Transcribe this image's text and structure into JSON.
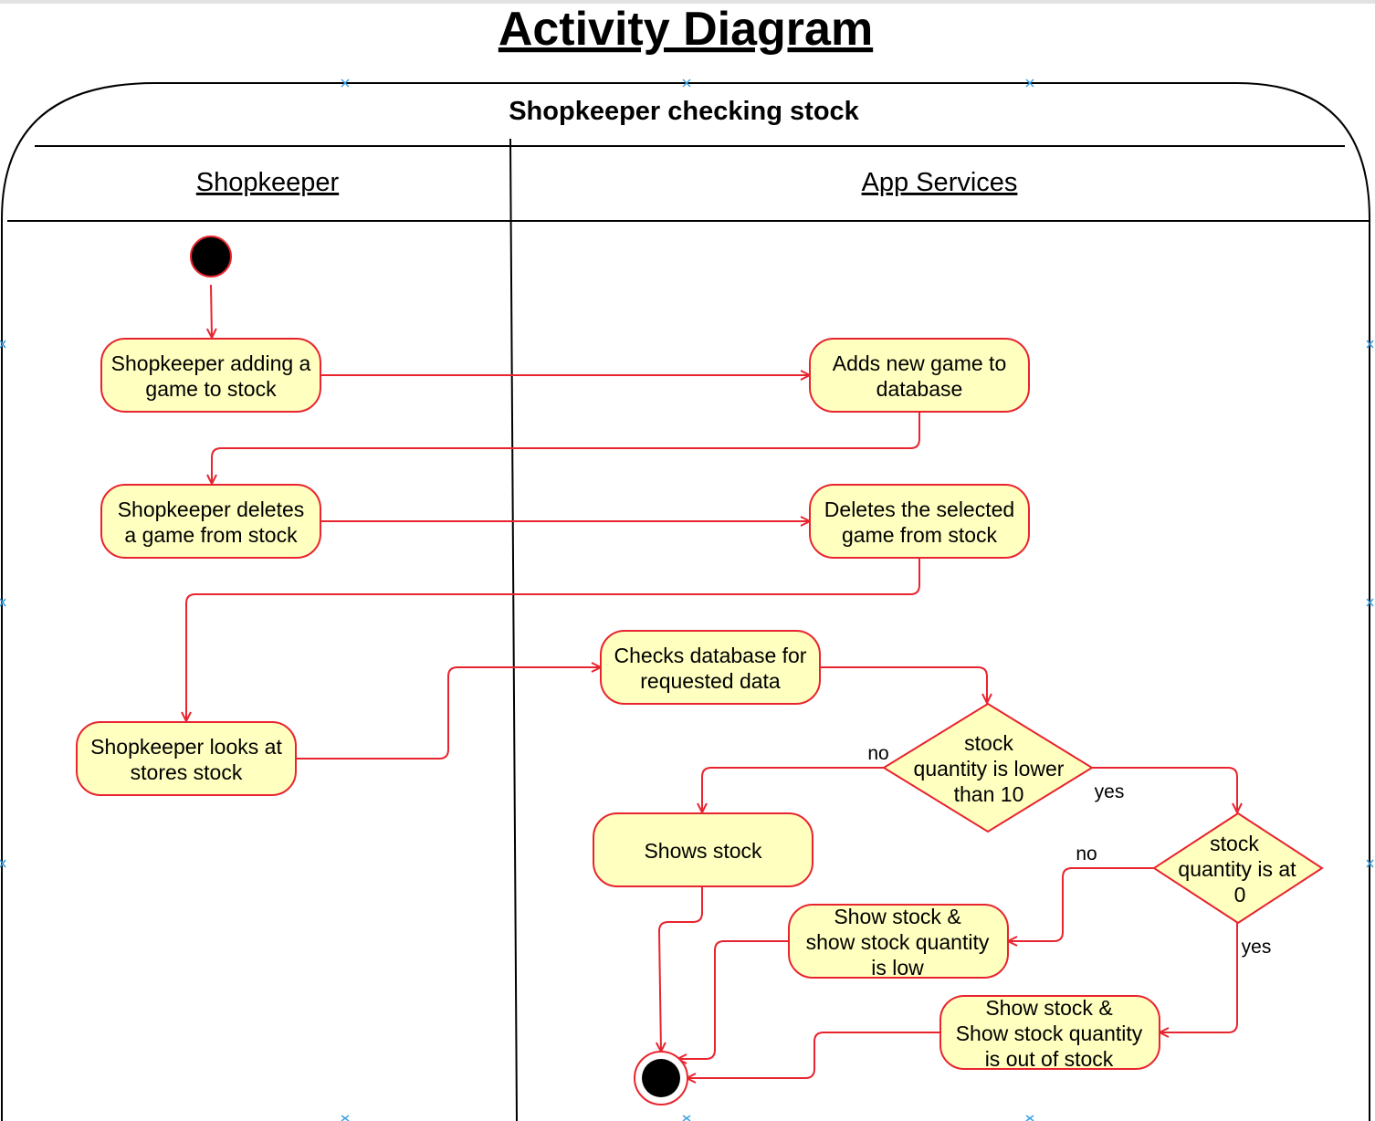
{
  "diagram": {
    "title": "Activity Diagram",
    "pool_title": "Shopkeeper checking stock",
    "lanes": [
      "Shopkeeper",
      "App Services"
    ],
    "nodes": {
      "start": {
        "kind": "initial"
      },
      "add_stock": {
        "kind": "action",
        "lines": [
          "Shopkeeper adding a",
          "game to stock"
        ]
      },
      "add_db": {
        "kind": "action",
        "lines": [
          "Adds new game to",
          "database"
        ]
      },
      "delete_stock": {
        "kind": "action",
        "lines": [
          "Shopkeeper deletes",
          "a game from stock"
        ]
      },
      "delete_selected": {
        "kind": "action",
        "lines": [
          "Deletes the selected",
          "game from stock"
        ]
      },
      "look_stock": {
        "kind": "action",
        "lines": [
          "Shopkeeper looks at",
          "stores stock"
        ]
      },
      "check_db": {
        "kind": "action",
        "lines": [
          "Checks database for",
          "requested data"
        ]
      },
      "decision_low": {
        "kind": "decision",
        "lines": [
          "stock",
          "quantity is lower",
          "than 10"
        ]
      },
      "decision_zero": {
        "kind": "decision",
        "lines": [
          "stock",
          "quantity is at",
          "0"
        ]
      },
      "shows_stock": {
        "kind": "action",
        "lines": [
          "Shows stock"
        ]
      },
      "show_low": {
        "kind": "action",
        "lines": [
          "Show stock &",
          "show stock quantity",
          "is low"
        ]
      },
      "show_out": {
        "kind": "action",
        "lines": [
          "Show stock &",
          "Show stock quantity",
          "is out of stock"
        ]
      },
      "end": {
        "kind": "final"
      }
    },
    "edge_labels": {
      "low_no": "no",
      "low_yes": "yes",
      "zero_no": "no",
      "zero_yes": "yes"
    },
    "colors": {
      "line": "#e8242e",
      "fill": "#ffffc0",
      "marker": "#000000"
    }
  }
}
